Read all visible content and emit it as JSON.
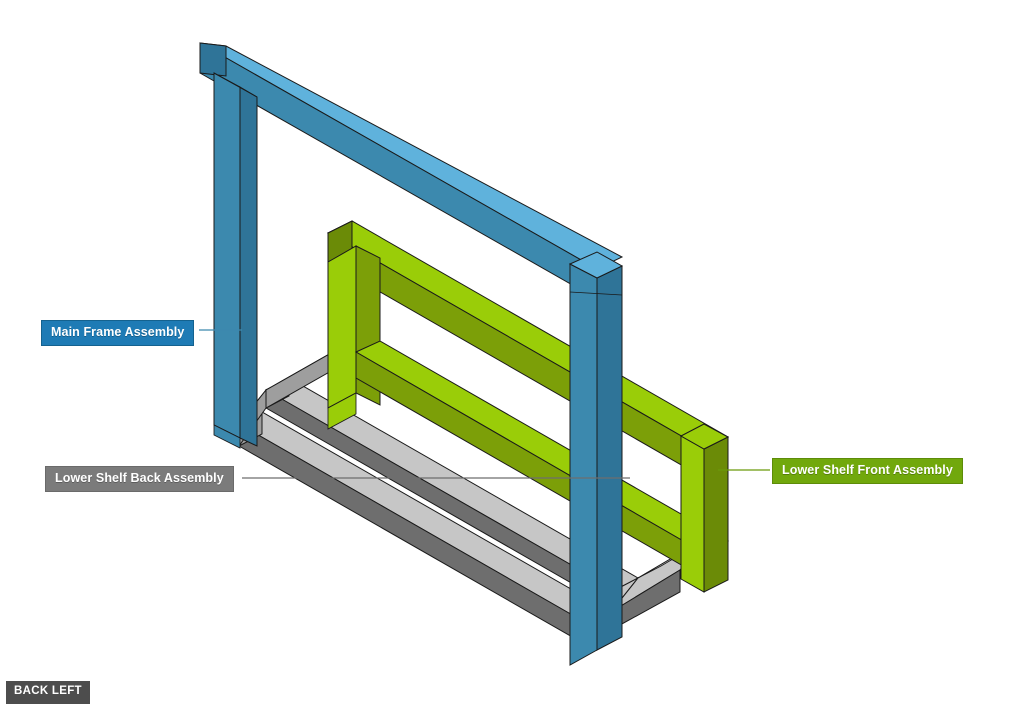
{
  "view": {
    "tag": "BACK LEFT",
    "background": "#FFFFFF",
    "type": "isometric-assembly-exploded"
  },
  "callouts": [
    {
      "id": "main-frame",
      "label": "Main Frame Assembly",
      "color": "#1E7BB5",
      "text_color": "#FFFFFF",
      "leader_color": "#1E7BB5",
      "anchor": "left"
    },
    {
      "id": "lower-shelf-back",
      "label": "Lower Shelf Back Assembly",
      "color": "#7B7B7B",
      "text_color": "#FFFFFF",
      "leader_color": "#6E6E6E",
      "anchor": "left"
    },
    {
      "id": "lower-shelf-front",
      "label": "Lower Shelf Front Assembly",
      "color": "#71A80C",
      "text_color": "#FFFFFF",
      "leader_color": "#6B9A0B",
      "anchor": "right"
    }
  ],
  "components": [
    {
      "id": "main-frame",
      "name": "Main Frame Assembly",
      "color_top": "#5FB2DC",
      "color_front": "#3C89AE",
      "color_side": "#2F7498",
      "member_count": 3,
      "members": [
        "left post",
        "right post",
        "top rail"
      ]
    },
    {
      "id": "lower-shelf-front",
      "name": "Lower Shelf Front Assembly",
      "color_top": "#9ACD08",
      "color_front": "#7C9F08",
      "color_side": "#6B8B07",
      "member_count": 3,
      "members": [
        "left leg",
        "right leg",
        "top rail"
      ]
    },
    {
      "id": "lower-shelf-back",
      "name": "Lower Shelf Back Assembly",
      "color_top": "#C6C6C6",
      "color_front": "#9E9E9E",
      "color_side": "#6E6E6E",
      "member_count": 4,
      "members": [
        "back rail",
        "front rail",
        "left end",
        "right end"
      ]
    }
  ],
  "colors": {
    "blue_top": "#5FB2DC",
    "blue_front": "#3C89AE",
    "blue_side": "#2F7498",
    "green_top": "#9ACD08",
    "green_front": "#7C9F08",
    "green_side": "#6B8B07",
    "gray_top": "#C6C6C6",
    "gray_front": "#9E9E9E",
    "gray_side": "#6E6E6E",
    "gray_mid": "#B4B4B4",
    "outline": "#1A1A1A",
    "tag_bg": "#4D4D4D"
  }
}
